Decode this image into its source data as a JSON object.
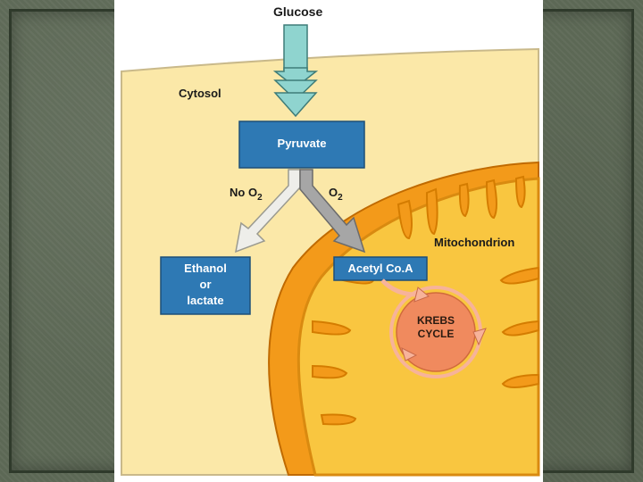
{
  "colors": {
    "cytosol": "#fbe8a8",
    "mito_outer": "#f39a1a",
    "mito_inner": "#f9c640",
    "box_blue": "#2e79b4",
    "glucose_arrow": "#8fd4cf",
    "krebs": "#f08a5e"
  },
  "labels": {
    "glucose": "Glucose",
    "cytosol": "Cytosol",
    "pyruvate": "Pyruvate",
    "no_o2_prefix": "No O",
    "no_o2_sub": "2",
    "o2_prefix": "O",
    "o2_sub": "2",
    "mitochondrion": "Mitochondrion",
    "ethanol_line1": "Ethanol",
    "ethanol_line2": "or",
    "ethanol_line3": "lactate",
    "acetyl_coa": "Acetyl Co.A",
    "krebs_line1": "KREBS",
    "krebs_line2": "CYCLE"
  }
}
